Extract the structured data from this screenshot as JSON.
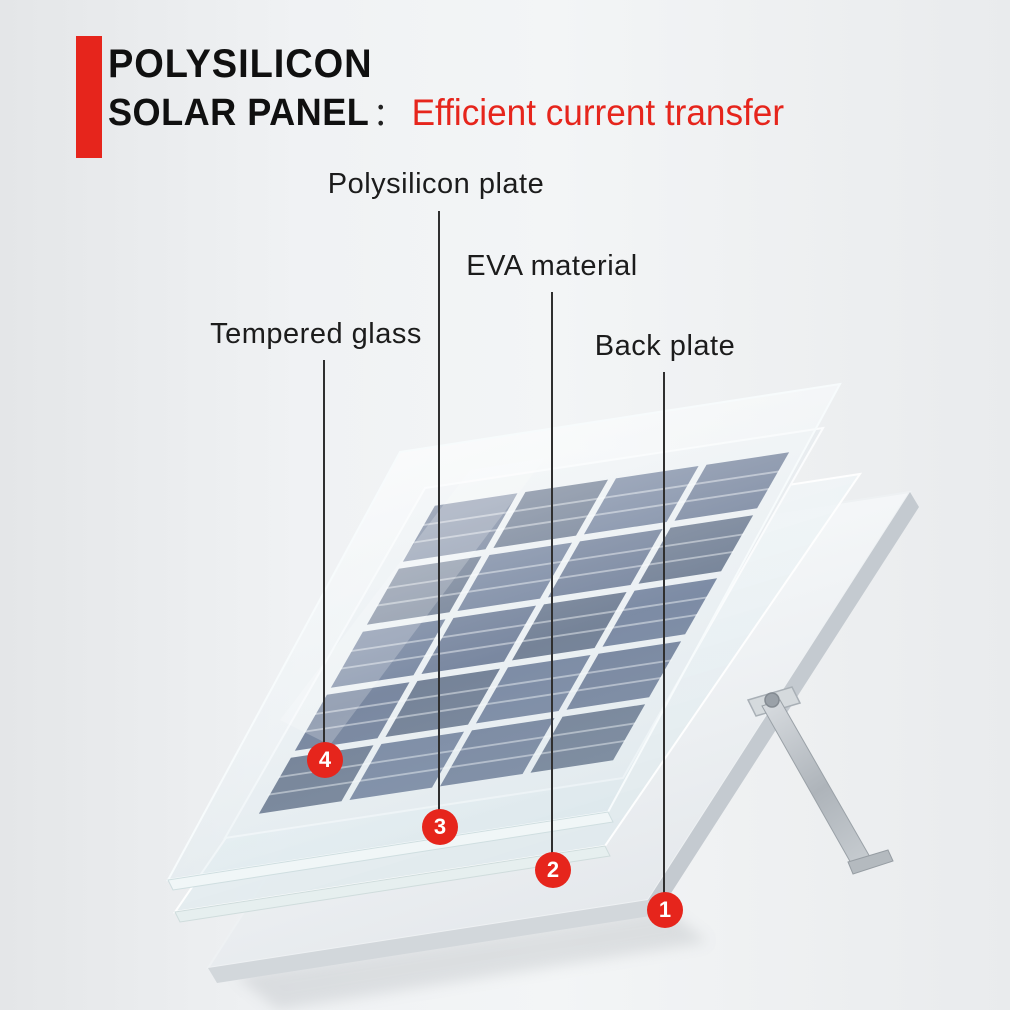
{
  "colors": {
    "accent_red": "#e6251c",
    "text_dark": "#1c1c1c",
    "line_color": "#2f2f2f",
    "background": "#edeff1"
  },
  "header": {
    "title_line1": "POLYSILICON",
    "title_line2": "SOLAR PANEL",
    "separator": "：",
    "subtitle": "Efficient current transfer"
  },
  "labels": [
    {
      "id": "tempered-glass",
      "text": "Tempered glass",
      "number": "4"
    },
    {
      "id": "polysilicon-plate",
      "text": "Polysilicon plate",
      "number": "3"
    },
    {
      "id": "eva-material",
      "text": "EVA material",
      "number": "2"
    },
    {
      "id": "back-plate",
      "text": "Back plate",
      "number": "1"
    }
  ],
  "diagram": {
    "subject": "Polysilicon solar panel exploded view",
    "layers_top_to_bottom": [
      "Tempered glass",
      "Polysilicon plate",
      "EVA material",
      "Back plate"
    ]
  }
}
